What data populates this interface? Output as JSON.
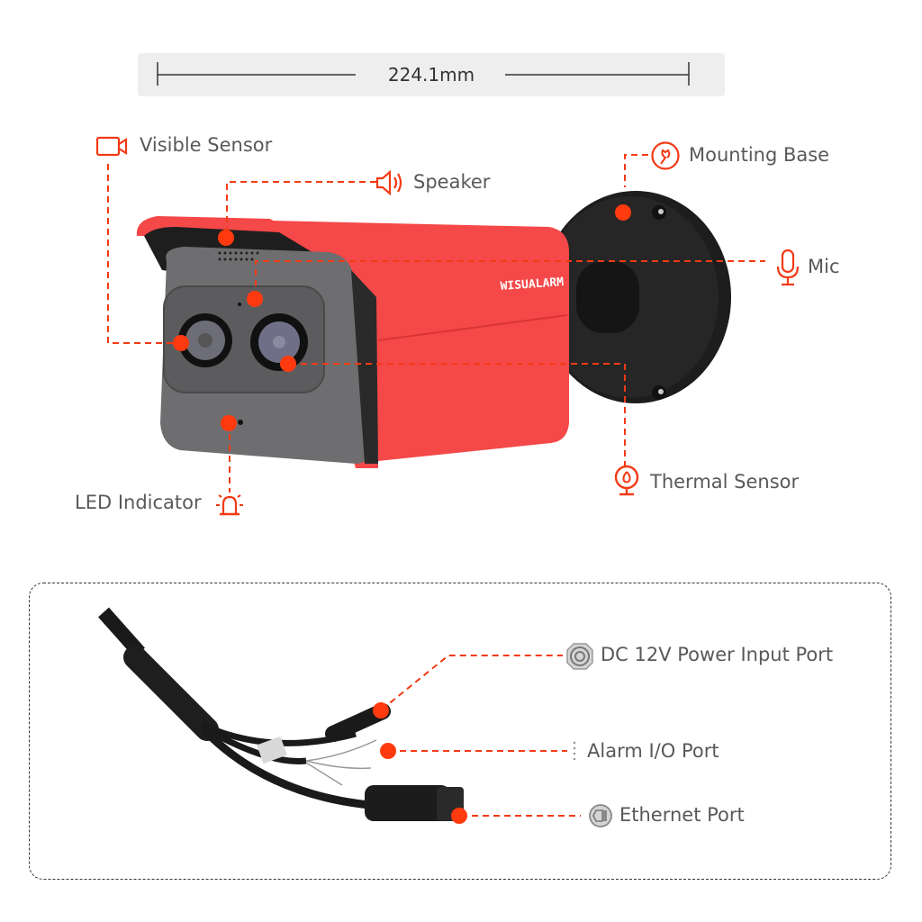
{
  "dimension": {
    "label": "224.1mm"
  },
  "brand": {
    "logo_text": "WISUALARM",
    "accent_color": "#f23a15",
    "body_color": "#f54848"
  },
  "camera_callouts": [
    {
      "id": "visible-sensor",
      "label": "Visible Sensor",
      "icon": "video-camera-icon"
    },
    {
      "id": "speaker",
      "label": "Speaker",
      "icon": "speaker-icon"
    },
    {
      "id": "mounting-base",
      "label": "Mounting Base",
      "icon": "wrench-icon"
    },
    {
      "id": "mic",
      "label": "Mic",
      "icon": "microphone-icon"
    },
    {
      "id": "thermal-sensor",
      "label": "Thermal Sensor",
      "icon": "thermal-flame-icon"
    },
    {
      "id": "led-indicator",
      "label": "LED Indicator",
      "icon": "alarm-light-icon"
    }
  ],
  "port_callouts": [
    {
      "id": "dc-power",
      "label": "DC 12V Power Input Port",
      "icon": "dc-connector-icon"
    },
    {
      "id": "alarm-io",
      "label": "Alarm I/O Port",
      "icon": "alarm-pins-icon"
    },
    {
      "id": "ethernet",
      "label": "Ethernet Port",
      "icon": "ethernet-connector-icon"
    }
  ]
}
